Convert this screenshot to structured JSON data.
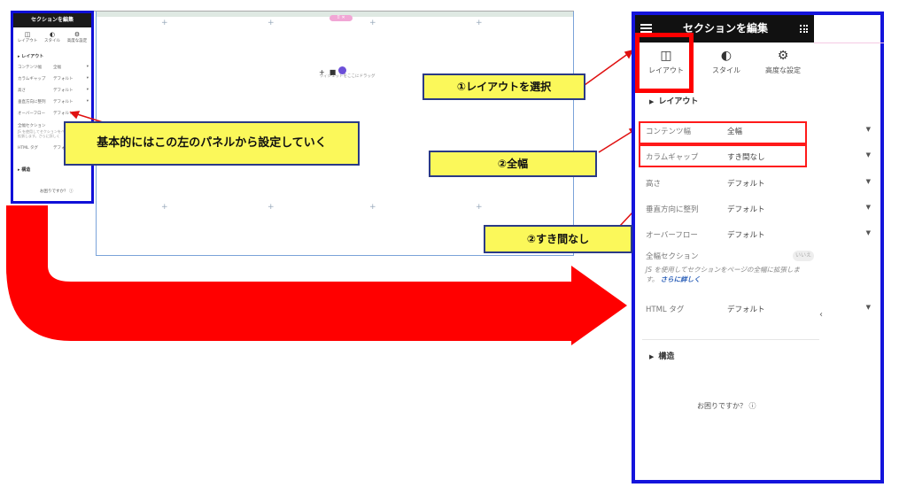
{
  "panel": {
    "title": "セクションを編集",
    "tabs": [
      {
        "label": "レイアウト",
        "icon": "columns-icon"
      },
      {
        "label": "スタイル",
        "icon": "half-circle-icon"
      },
      {
        "label": "高度な設定",
        "icon": "gear-icon"
      }
    ],
    "section_layout": "レイアウト",
    "rows": [
      {
        "label": "コンテンツ幅",
        "value": "全幅"
      },
      {
        "label": "カラムギャップ",
        "value": "すき間なし"
      },
      {
        "label": "高さ",
        "value": "デフォルト"
      },
      {
        "label": "垂直方向に整列",
        "value": "デフォルト"
      },
      {
        "label": "オーバーフロー",
        "value": "デフォルト"
      }
    ],
    "fullwidth_label": "全幅セクション",
    "toggle_text": "いいえ",
    "fullwidth_desc": "JS を使用してセクションをページの全幅に拡張します。",
    "learn_more": "さらに詳しく",
    "html_tag": {
      "label": "HTML タグ",
      "value": "デフォルト"
    },
    "section_structure": "構造",
    "help": "お困りですか？"
  },
  "mini": {
    "title": "セクションを編集",
    "tabs": [
      "レイアウト",
      "スタイル",
      "高度な設定"
    ],
    "section": "レイアウト",
    "rows": [
      {
        "label": "コンテンツ幅",
        "value": "全幅"
      },
      {
        "label": "カラムギャップ",
        "value": "デフォルト"
      },
      {
        "label": "高さ",
        "value": "デフォルト"
      },
      {
        "label": "垂直方向に整列",
        "value": "デフォルト"
      },
      {
        "label": "オーバーフロー",
        "value": "デフォルト"
      }
    ],
    "fullwidth_label": "全幅セクション",
    "fullwidth_desc": "JS を使用してセクションをページの全幅に拡張します。さらに詳しく",
    "html_tag": {
      "label": "HTML タグ",
      "value": "デフォルト"
    },
    "structure": "構造",
    "help": "お困りですか？",
    "widget_hint": "ウィジェットをここにドラッグ",
    "pill": "⠿ ✕"
  },
  "callouts": {
    "panel_note": "基本的にはこの左のパネルから設定していく",
    "step1": "①レイアウトを選択",
    "step2a": "②全幅",
    "step2b": "②すき間なし"
  },
  "colors": {
    "accent_red": "#ff0000",
    "frame_blue": "#1414dc",
    "callout_yellow": "#fbf85a",
    "header_black": "#111111"
  }
}
